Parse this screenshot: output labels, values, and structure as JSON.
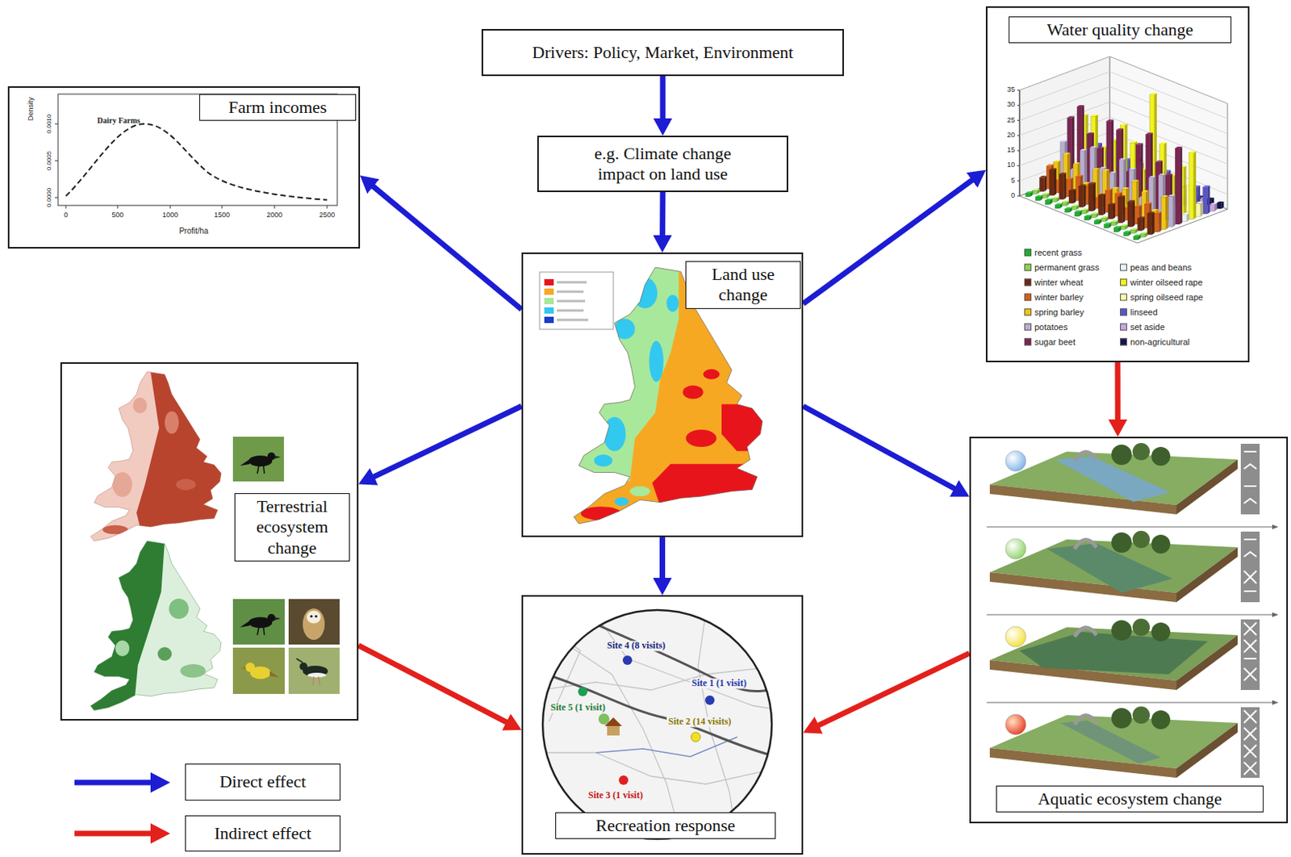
{
  "diagram": {
    "nodes": [
      {
        "text": [
          "Drivers: Policy, Market, Environment"
        ]
      },
      {
        "text": [
          "e.g. Climate change impact on land use"
        ]
      },
      {
        "text": [
          "Land use change"
        ]
      },
      {
        "text": [
          "Farm incomes"
        ]
      },
      {
        "text": [
          "Water quality change"
        ]
      },
      {
        "text": [
          "Terrestrial ecosystem change"
        ]
      },
      {
        "text": [
          "Aquatic ecosystem change"
        ]
      },
      {
        "text": [
          "Recreation response"
        ]
      }
    ],
    "edges": [
      {
        "from": 0,
        "to": 1,
        "arrow": "to"
      },
      {
        "from": 1,
        "to": 2,
        "arrow": "to"
      },
      {
        "from": 2,
        "to": 3,
        "arrow": "to"
      },
      {
        "from": 2,
        "to": 4,
        "arrow": "to"
      },
      {
        "from": 2,
        "to": 5,
        "arrow": "to"
      },
      {
        "from": 2,
        "to": 6,
        "arrow": "to"
      },
      {
        "from": 2,
        "to": 7,
        "arrow": "to"
      },
      {
        "from": 4,
        "to": 6,
        "arrow": "to"
      },
      {
        "from": 5,
        "to": 7,
        "arrow": "to"
      },
      {
        "from": 6,
        "to": 7,
        "arrow": "to"
      }
    ],
    "labels": [
      "Dairy Farms",
      "Density",
      "0.0000",
      "0.0005",
      "0.0010",
      "0",
      "500",
      "1000",
      "1500",
      "2000",
      "2500",
      "Profit/ha",
      "0",
      "5",
      "10",
      "15",
      "20",
      "25",
      "30",
      "35",
      "Site 4 (8 visits)",
      "Site 1 (1 visit)",
      "Site 5 (1 visit)",
      "Site 2 (14 visits)",
      "Site 3 (1 visit)"
    ],
    "legend": [
      {
        "text": "recent grass",
        "color": "#1fae2f"
      },
      {
        "text": "permanent grass",
        "color": "#8fd14f"
      },
      {
        "text": "winter wheat",
        "color": "#6b2a12"
      },
      {
        "text": "winter barley",
        "color": "#d2601a"
      },
      {
        "text": "spring barley",
        "color": "#f0c419"
      },
      {
        "text": "potatoes",
        "color": "#b9aed0"
      },
      {
        "text": "sugar beet",
        "color": "#7a2552"
      },
      {
        "text": "peas and beans",
        "color": "#e4f4f4"
      },
      {
        "text": "winter oilseed rape",
        "color": "#f2f21e"
      },
      {
        "text": "spring oilseed rape",
        "color": "#f8f7a8"
      },
      {
        "text": "linseed",
        "color": "#5a55c8"
      },
      {
        "text": "set aside",
        "color": "#c9a6df"
      },
      {
        "text": "non-agricultural",
        "color": "#14164a"
      },
      {
        "text": "Direct effect"
      },
      {
        "text": "Indirect effect"
      }
    ]
  }
}
